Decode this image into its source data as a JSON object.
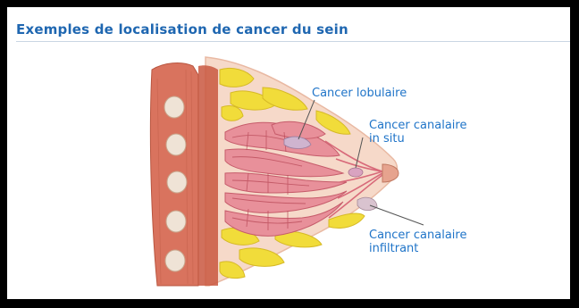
{
  "title": "Exemples de localisation de cancer du sein",
  "labels": {
    "lobular": "Cancer lobulaire",
    "in_situ_line1": "Cancer canalaire",
    "in_situ_line2": "in situ",
    "infiltrating_line1": "Cancer canalaire",
    "infiltrating_line2": "infiltrant"
  },
  "colors": {
    "title": "#1f67b1",
    "label": "#1f74c8",
    "background": "#ffffff",
    "frame": "#000000",
    "muscle": "#d9735e",
    "rib": "#efe3d6",
    "fat": "#f1dc3a",
    "lobe": "#e8909a",
    "skin": "#f6d9c9"
  }
}
